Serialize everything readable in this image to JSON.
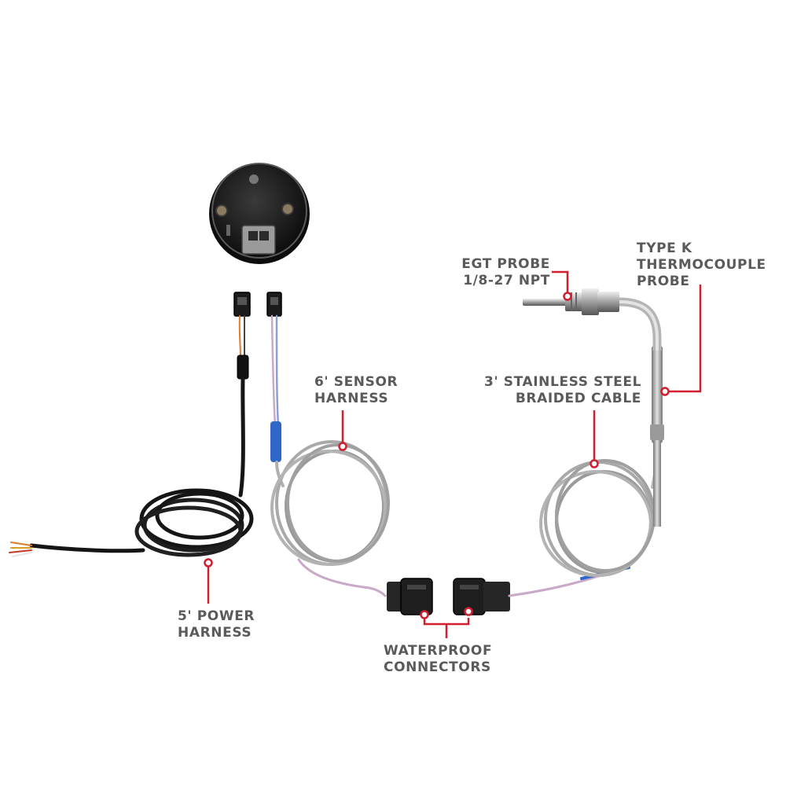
{
  "labels": {
    "egt_probe": [
      "EGT PROBE",
      "1/8-27 NPT"
    ],
    "type_k": [
      "TYPE K",
      "THERMOCOUPLE",
      "PROBE"
    ],
    "sensor_harness": [
      "6' SENSOR",
      "HARNESS"
    ],
    "braided_cable": [
      "3' STAINLESS STEEL",
      "BRAIDED CABLE"
    ],
    "power_harness": [
      "5' POWER",
      "HARNESS"
    ],
    "waterproof": [
      "WATERPROOF",
      "CONNECTORS"
    ]
  },
  "colors": {
    "callout": "#d11f2f",
    "label_text": "#5a5a5a",
    "gauge_body": "#1c1c1c",
    "braid": "#a9a9a9",
    "power_cable": "#151515",
    "sensor_wire": "#c9a8c8",
    "sleeve": "#2f66c8"
  },
  "icons": [
    "gauge-back-icon",
    "plug-icon",
    "waterproof-connector-icon",
    "egt-probe-icon"
  ]
}
